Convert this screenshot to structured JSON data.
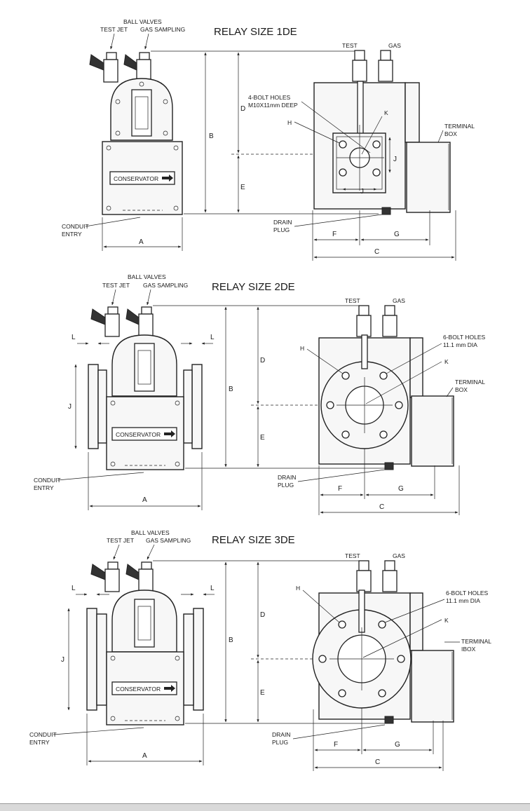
{
  "common": {
    "ball_valves": "BALL VALVES",
    "test_jet": "TEST JET",
    "gas_sampling": "GAS SAMPLING",
    "test": "TEST",
    "gas": "GAS",
    "conservator": "CONSERVATOR",
    "conduit": "CONDUIT",
    "entry": "ENTRY",
    "drain": "DRAIN",
    "plug": "PLUG",
    "terminal": "TERMINAL",
    "box": "BOX",
    "box_alt": "IBOX",
    "dim_a": "A",
    "dim_b": "B",
    "dim_c": "C",
    "dim_d": "D",
    "dim_e": "E",
    "dim_f": "F",
    "dim_g": "G",
    "dim_h": "H",
    "dim_j": "J",
    "dim_k": "K",
    "dim_l": "L"
  },
  "relays": [
    {
      "title": "RELAY SIZE 1DE",
      "holes_line1": "4-BOLT HOLES",
      "holes_line2": "M10X11mm DEEP"
    },
    {
      "title": "RELAY SIZE 2DE",
      "holes_line1": "6-BOLT HOLES",
      "holes_line2": "11.1 mm DIA"
    },
    {
      "title": "RELAY SIZE 3DE",
      "holes_line1": "6-BOLT HOLES",
      "holes_line2": "11.1 mm DIA"
    }
  ]
}
